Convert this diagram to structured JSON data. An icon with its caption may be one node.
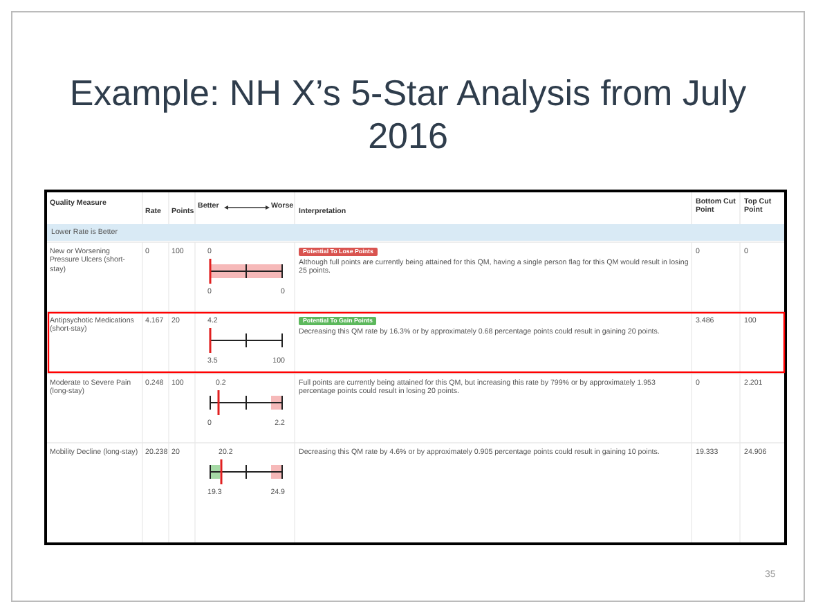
{
  "diagram": {
    "title": "Example: NH X’s 5-Star Analysis from July 2016",
    "labels": [
      "Quality Measure",
      "Rate",
      "Points",
      "Better",
      "Worse",
      "Interpretation",
      "Bottom Cut Point",
      "Top Cut Point",
      "Lower Rate is Better",
      "New or Worsening Pressure Ulcers (short-stay)",
      "0",
      "100",
      "0",
      "0",
      "0",
      "Potential To Lose Points",
      "Although full points are currently being attained for this QM, having a single person flag for this QM would result in losing 25 points.",
      "0",
      "0",
      "Antipsychotic Medications (short-stay)",
      "4.167",
      "20",
      "4.2",
      "3.5",
      "100",
      "Potential To Gain Points",
      "Decreasing this QM rate by 16.3% or by approximately 0.68 percentage points could result in gaining 20 points.",
      "3.486",
      "100",
      "Moderate to Severe Pain (long-stay)",
      "0.248",
      "100",
      "0.2",
      "0",
      "2.2",
      "Full points are currently being attained for this QM, but increasing this rate by 799% or by approximately 1.953 percentage points could result in losing 20 points.",
      "0",
      "2.201",
      "Mobility Decline (long-stay)",
      "20.238",
      "20",
      "20.2",
      "19.3",
      "24.9",
      "Decreasing this QM rate by 4.6% or by approximately 0.905 percentage points could result in gaining 10 points.",
      "19.333",
      "24.906",
      "35"
    ]
  }
}
